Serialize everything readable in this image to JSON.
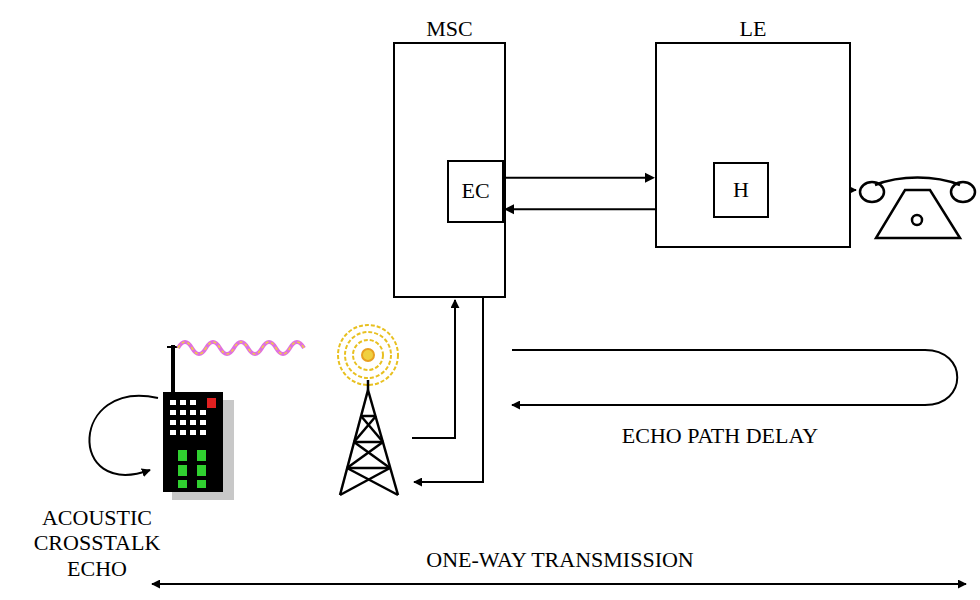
{
  "diagram": {
    "nodes": [
      {
        "text": [
          "MSC"
        ]
      },
      {
        "text": [
          "EC"
        ],
        "in": 0
      },
      {
        "text": [
          "LE"
        ]
      },
      {
        "text": [
          "H"
        ],
        "in": 2
      }
    ],
    "edges": [
      {
        "from": 1,
        "to": 2,
        "arrow": "to"
      },
      {
        "from": 2,
        "to": 1,
        "arrow": "to"
      }
    ],
    "labels": [
      "ECHO PATH DELAY",
      "ACOUSTIC CROSSTALK ECHO",
      "ONE-WAY TRANSMISSION"
    ]
  }
}
